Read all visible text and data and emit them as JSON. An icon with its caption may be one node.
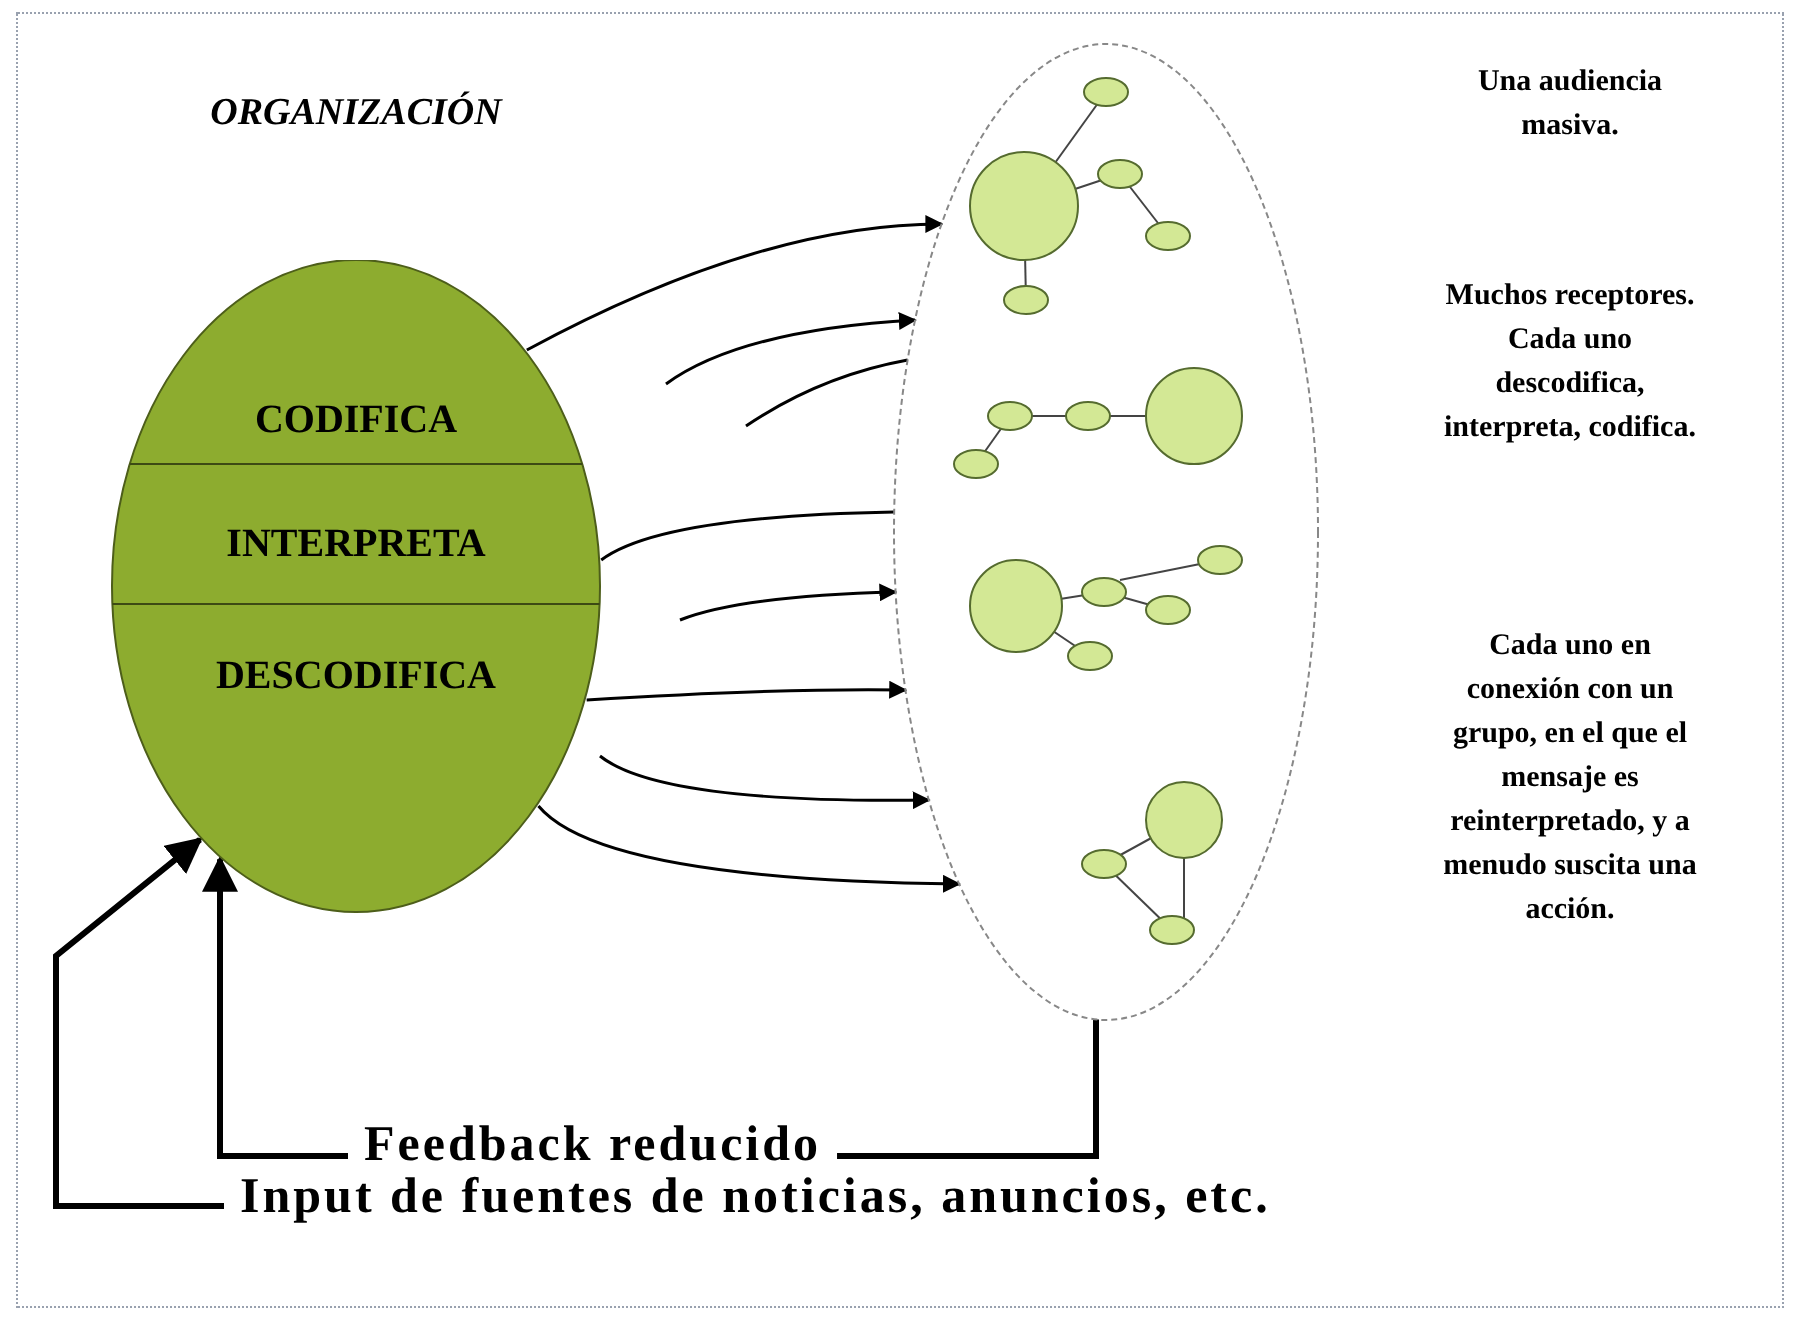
{
  "diagram": {
    "nodes": [
      {
        "text": [
          "ORGANIZACIÓN",
          "CODIFICA",
          "INTERPRETA",
          "DESCODIFICA"
        ]
      },
      {
        "text": [],
        "shape": "ellipse"
      },
      {
        "text": [
          "Feedback reducido"
        ]
      },
      {
        "text": [
          "Input de fuentes de noticias, anuncios, etc."
        ]
      }
    ],
    "edges": [
      {
        "from": 0,
        "to": 1,
        "arrow": "to"
      },
      {
        "from": null,
        "to": 1,
        "arrow": "to"
      },
      {
        "from": null,
        "to": 1,
        "arrow": "none"
      },
      {
        "from": 0,
        "to": 1,
        "arrow": "none"
      },
      {
        "from": null,
        "to": 1,
        "arrow": "to"
      },
      {
        "from": 0,
        "to": 1,
        "arrow": "to"
      },
      {
        "from": null,
        "to": 1,
        "arrow": "to"
      },
      {
        "from": 0,
        "to": 1,
        "arrow": "to"
      },
      {
        "from": 1,
        "to": 2,
        "arrow": "none",
        "style": "thick"
      },
      {
        "from": 2,
        "to": 0,
        "arrow": "to",
        "style": "thick"
      },
      {
        "from": 3,
        "to": 0,
        "arrow": "to",
        "style": "thick"
      }
    ],
    "labels": [
      "Una audiencia masiva.",
      "Muchos receptores. Cada uno descodifica, interpreta, codifica.",
      "Cada uno en conexión con un grupo, en el que el mensaje es reinterpretado, y a menudo suscita una acción."
    ]
  }
}
